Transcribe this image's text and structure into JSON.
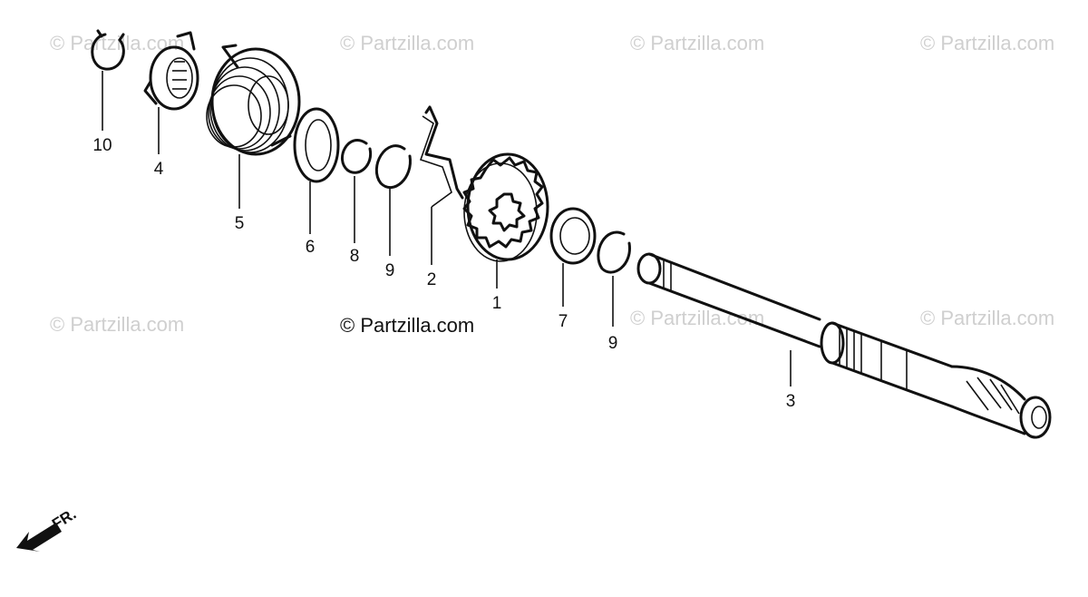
{
  "watermarks": [
    "© Partzilla.com",
    "© Partzilla.com",
    "© Partzilla.com",
    "© Partzilla.com",
    "© Partzilla.com",
    "© Partzilla.com",
    "© Partzilla.com"
  ],
  "main_watermark": "© Partzilla.com",
  "callouts": {
    "c10": "10",
    "c4": "4",
    "c5": "5",
    "c6": "6",
    "c8": "8",
    "c9a": "9",
    "c2": "2",
    "c1": "1",
    "c7": "7",
    "c9b": "9",
    "c3": "3"
  },
  "direction_label": "FR.",
  "colors": {
    "ink": "#111111",
    "watermark": "#cfcfcf",
    "background": "#ffffff"
  }
}
